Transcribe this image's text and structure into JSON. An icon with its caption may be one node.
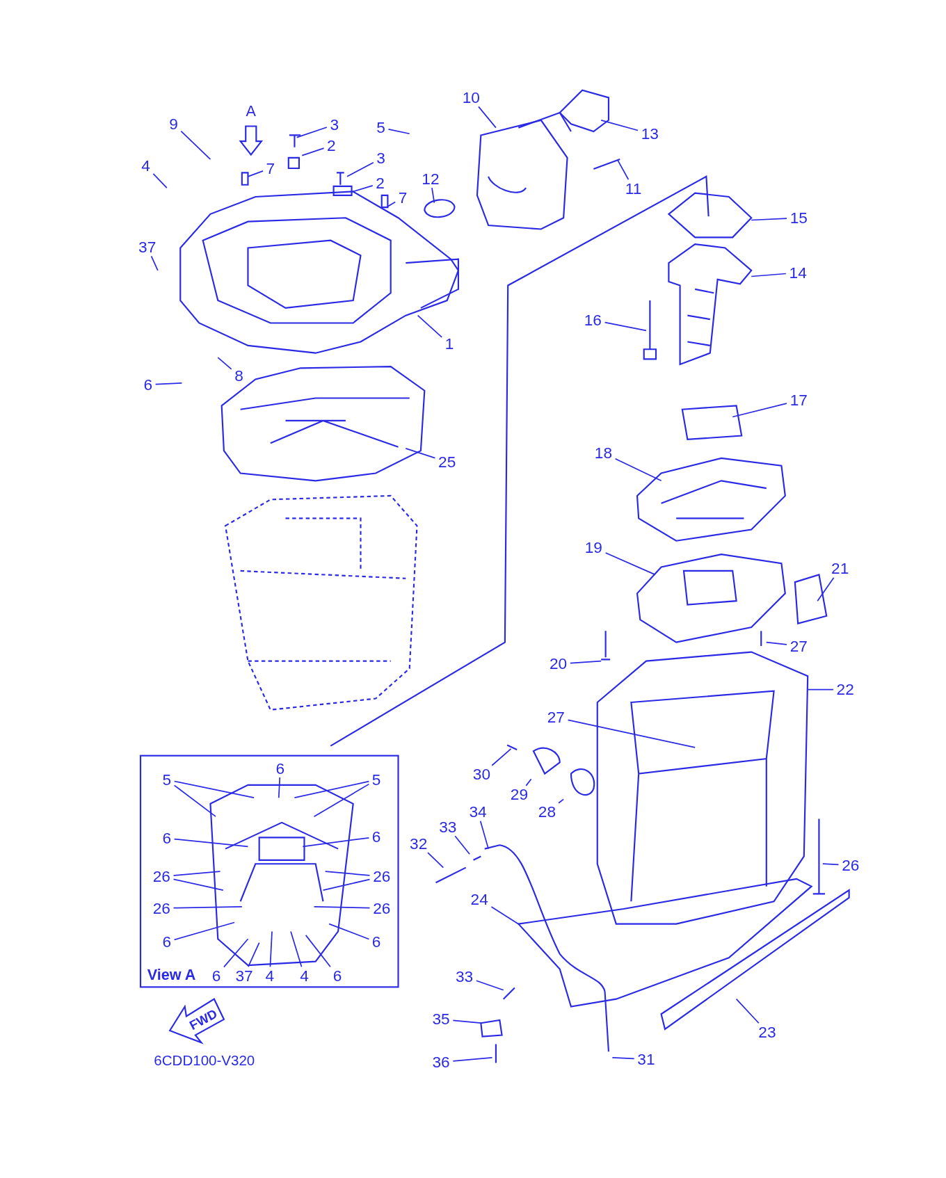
{
  "diagram": {
    "nodes": [
      {
        "text": [
          "10"
        ]
      },
      {
        "text": [
          "13"
        ]
      },
      {
        "text": [
          "9"
        ]
      },
      {
        "text": [
          "3"
        ]
      },
      {
        "text": [
          "5"
        ]
      },
      {
        "text": [
          "2"
        ]
      },
      {
        "text": [
          "3"
        ]
      },
      {
        "text": [
          "7"
        ]
      },
      {
        "text": [
          "2"
        ]
      },
      {
        "text": [
          "7"
        ]
      },
      {
        "text": [
          "12"
        ]
      },
      {
        "text": [
          "11"
        ]
      },
      {
        "text": [
          "4"
        ]
      },
      {
        "text": [
          "15"
        ]
      },
      {
        "text": [
          "14"
        ]
      },
      {
        "text": [
          "37"
        ]
      },
      {
        "text": [
          "16"
        ]
      },
      {
        "text": [
          "1"
        ]
      },
      {
        "text": [
          "6"
        ]
      },
      {
        "text": [
          "8"
        ]
      },
      {
        "text": [
          "17"
        ]
      },
      {
        "text": [
          "25"
        ]
      },
      {
        "text": [
          "18"
        ]
      },
      {
        "text": [
          "19"
        ]
      },
      {
        "text": [
          "21"
        ]
      },
      {
        "text": [
          "27"
        ]
      },
      {
        "text": [
          "20"
        ]
      },
      {
        "text": [
          "22"
        ]
      },
      {
        "text": [
          "27"
        ]
      },
      {
        "text": [
          "30"
        ]
      },
      {
        "text": [
          "29"
        ]
      },
      {
        "text": [
          "28"
        ]
      },
      {
        "text": [
          "33"
        ]
      },
      {
        "text": [
          "34"
        ]
      },
      {
        "text": [
          "32"
        ]
      },
      {
        "text": [
          "26"
        ]
      },
      {
        "text": [
          "24"
        ]
      },
      {
        "text": [
          "33"
        ]
      },
      {
        "text": [
          "35"
        ]
      },
      {
        "text": [
          "23"
        ]
      },
      {
        "text": [
          "36"
        ]
      },
      {
        "text": [
          "31"
        ]
      },
      {
        "text": [
          "View A"
        ]
      },
      {
        "text": [
          "5"
        ],
        "in": 42
      },
      {
        "text": [
          "6"
        ],
        "in": 42
      },
      {
        "text": [
          "5"
        ],
        "in": 42
      },
      {
        "text": [
          "6"
        ],
        "in": 42
      },
      {
        "text": [
          "6"
        ],
        "in": 42
      },
      {
        "text": [
          "26"
        ],
        "in": 42
      },
      {
        "text": [
          "26"
        ],
        "in": 42
      },
      {
        "text": [
          "26"
        ],
        "in": 42
      },
      {
        "text": [
          "26"
        ],
        "in": 42
      },
      {
        "text": [
          "6"
        ],
        "in": 42
      },
      {
        "text": [
          "6"
        ],
        "in": 42
      },
      {
        "text": [
          "6"
        ],
        "in": 42
      },
      {
        "text": [
          "37"
        ],
        "in": 42
      },
      {
        "text": [
          "4"
        ],
        "in": 42
      },
      {
        "text": [
          "4"
        ],
        "in": 42
      },
      {
        "text": [
          "6"
        ],
        "in": 42
      }
    ],
    "edges": [
      {
        "from": 0,
        "to": null,
        "arrow": "none"
      },
      {
        "from": 1,
        "to": null,
        "arrow": "none"
      },
      {
        "from": 2,
        "to": null,
        "arrow": "none"
      },
      {
        "from": 3,
        "to": null,
        "arrow": "none"
      },
      {
        "from": 4,
        "to": null,
        "arrow": "none"
      },
      {
        "from": 5,
        "to": null,
        "arrow": "none"
      },
      {
        "from": 6,
        "to": null,
        "arrow": "none"
      },
      {
        "from": 7,
        "to": null,
        "arrow": "none"
      },
      {
        "from": 8,
        "to": null,
        "arrow": "none"
      },
      {
        "from": 9,
        "to": null,
        "arrow": "none"
      },
      {
        "from": 10,
        "to": null,
        "arrow": "none"
      },
      {
        "from": 11,
        "to": null,
        "arrow": "none"
      },
      {
        "from": 12,
        "to": null,
        "arrow": "none"
      },
      {
        "from": 13,
        "to": null,
        "arrow": "none"
      },
      {
        "from": 14,
        "to": null,
        "arrow": "none"
      },
      {
        "from": 15,
        "to": null,
        "arrow": "none"
      },
      {
        "from": 16,
        "to": null,
        "arrow": "none"
      },
      {
        "from": 17,
        "to": null,
        "arrow": "none"
      },
      {
        "from": 18,
        "to": null,
        "arrow": "none"
      },
      {
        "from": 19,
        "to": null,
        "arrow": "none"
      },
      {
        "from": 20,
        "to": null,
        "arrow": "none"
      },
      {
        "from": 21,
        "to": null,
        "arrow": "none"
      },
      {
        "from": 22,
        "to": null,
        "arrow": "none"
      },
      {
        "from": 23,
        "to": null,
        "arrow": "none"
      },
      {
        "from": 24,
        "to": null,
        "arrow": "none"
      },
      {
        "from": 25,
        "to": null,
        "arrow": "none"
      },
      {
        "from": 26,
        "to": null,
        "arrow": "none"
      },
      {
        "from": 27,
        "to": null,
        "arrow": "none"
      },
      {
        "from": 28,
        "to": null,
        "arrow": "none"
      },
      {
        "from": 29,
        "to": null,
        "arrow": "none"
      },
      {
        "from": 30,
        "to": null,
        "arrow": "none"
      },
      {
        "from": 31,
        "to": null,
        "arrow": "none"
      },
      {
        "from": 32,
        "to": null,
        "arrow": "none"
      },
      {
        "from": 33,
        "to": null,
        "arrow": "none"
      },
      {
        "from": 34,
        "to": null,
        "arrow": "none"
      },
      {
        "from": 35,
        "to": null,
        "arrow": "none"
      },
      {
        "from": 36,
        "to": null,
        "arrow": "none"
      },
      {
        "from": 37,
        "to": null,
        "arrow": "none"
      },
      {
        "from": 38,
        "to": null,
        "arrow": "none"
      },
      {
        "from": 39,
        "to": null,
        "arrow": "none"
      },
      {
        "from": 40,
        "to": null,
        "arrow": "none"
      },
      {
        "from": 41,
        "to": null,
        "arrow": "none"
      },
      {
        "from": 43,
        "to": null,
        "arrow": "none"
      },
      {
        "from": 43,
        "to": null,
        "arrow": "none"
      },
      {
        "from": 44,
        "to": null,
        "arrow": "none"
      },
      {
        "from": 45,
        "to": null,
        "arrow": "none"
      },
      {
        "from": 45,
        "to": null,
        "arrow": "none"
      },
      {
        "from": 46,
        "to": null,
        "arrow": "none"
      },
      {
        "from": 47,
        "to": null,
        "arrow": "none"
      },
      {
        "from": 48,
        "to": null,
        "arrow": "none"
      },
      {
        "from": 48,
        "to": null,
        "arrow": "none"
      },
      {
        "from": 49,
        "to": null,
        "arrow": "none"
      },
      {
        "from": 49,
        "to": null,
        "arrow": "none"
      },
      {
        "from": 50,
        "to": null,
        "arrow": "none"
      },
      {
        "from": 51,
        "to": null,
        "arrow": "none"
      },
      {
        "from": 52,
        "to": null,
        "arrow": "none"
      },
      {
        "from": 53,
        "to": null,
        "arrow": "none"
      },
      {
        "from": 54,
        "to": null,
        "arrow": "none"
      },
      {
        "from": 55,
        "to": null,
        "arrow": "none"
      },
      {
        "from": 56,
        "to": null,
        "arrow": "none"
      },
      {
        "from": 57,
        "to": null,
        "arrow": "none"
      },
      {
        "from": 58,
        "to": null,
        "arrow": "none"
      }
    ],
    "labels": [
      "A",
      "FWD",
      "6CDD100-V320"
    ]
  }
}
